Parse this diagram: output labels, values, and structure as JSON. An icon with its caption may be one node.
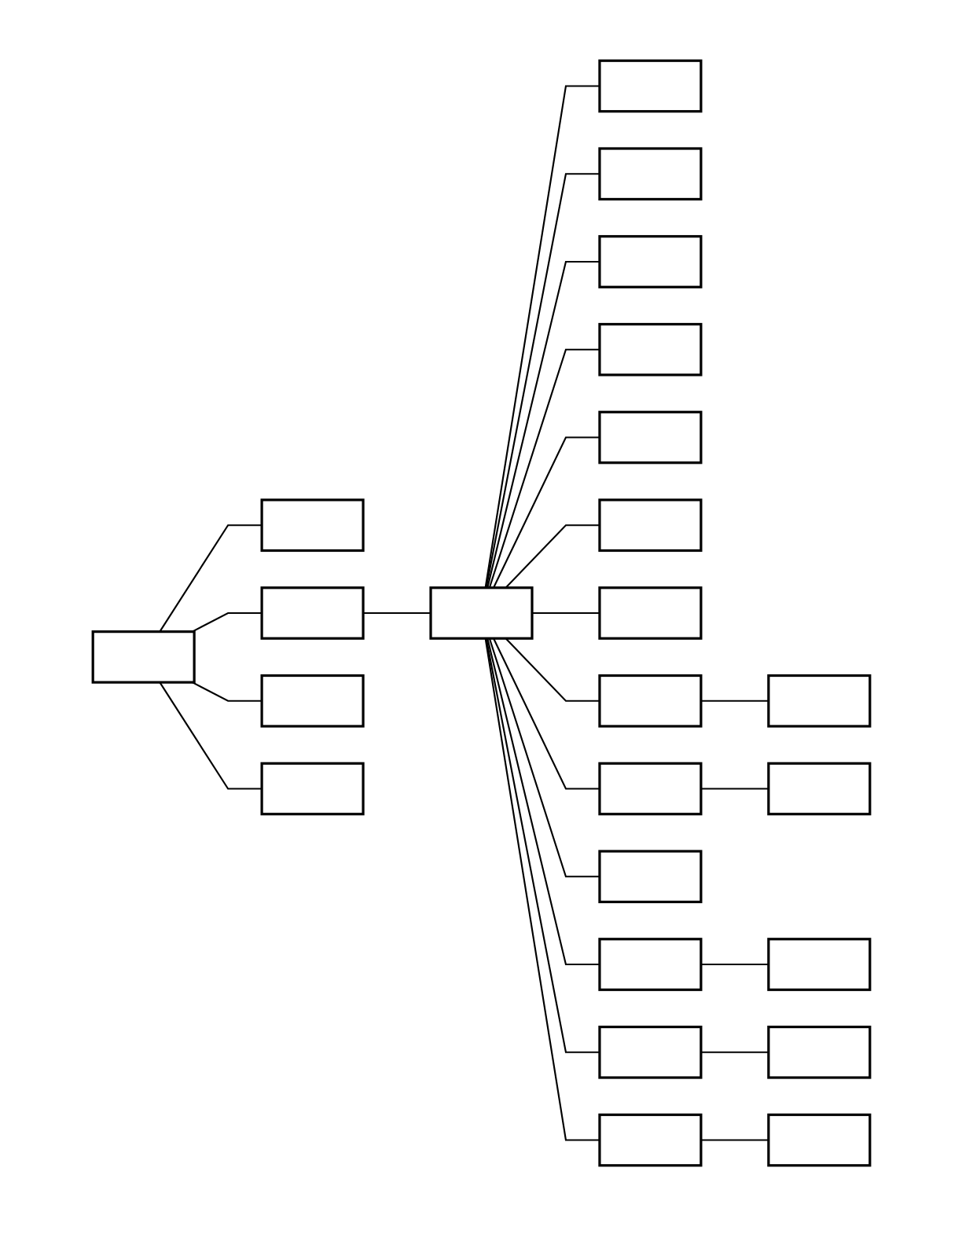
{
  "diagram": {
    "nodes": [
      {
        "text": [],
        "shape": "box"
      },
      {
        "text": [],
        "shape": "box"
      },
      {
        "text": [],
        "shape": "box"
      },
      {
        "text": [],
        "shape": "box"
      },
      {
        "text": [],
        "shape": "box"
      },
      {
        "text": [],
        "shape": "box"
      },
      {
        "text": [],
        "shape": "box"
      },
      {
        "text": [],
        "shape": "box"
      },
      {
        "text": [],
        "shape": "box"
      },
      {
        "text": [],
        "shape": "box"
      },
      {
        "text": [],
        "shape": "box"
      },
      {
        "text": [],
        "shape": "box"
      },
      {
        "text": [],
        "shape": "box"
      },
      {
        "text": [],
        "shape": "box"
      },
      {
        "text": [],
        "shape": "box"
      },
      {
        "text": [],
        "shape": "box"
      },
      {
        "text": [],
        "shape": "box"
      },
      {
        "text": [],
        "shape": "box"
      },
      {
        "text": [],
        "shape": "box"
      },
      {
        "text": [],
        "shape": "box"
      },
      {
        "text": [],
        "shape": "box"
      },
      {
        "text": [],
        "shape": "box"
      },
      {
        "text": [],
        "shape": "box"
      },
      {
        "text": [],
        "shape": "box"
      }
    ],
    "edges": [
      {
        "from": 0,
        "to": 1,
        "arrow": "none"
      },
      {
        "from": 0,
        "to": 2,
        "arrow": "none"
      },
      {
        "from": 0,
        "to": 3,
        "arrow": "none"
      },
      {
        "from": 0,
        "to": 4,
        "arrow": "none"
      },
      {
        "from": 2,
        "to": 5,
        "arrow": "none"
      },
      {
        "from": 5,
        "to": 6,
        "arrow": "none"
      },
      {
        "from": 5,
        "to": 7,
        "arrow": "none"
      },
      {
        "from": 5,
        "to": 8,
        "arrow": "none"
      },
      {
        "from": 5,
        "to": 9,
        "arrow": "none"
      },
      {
        "from": 5,
        "to": 10,
        "arrow": "none"
      },
      {
        "from": 5,
        "to": 11,
        "arrow": "none"
      },
      {
        "from": 5,
        "to": 12,
        "arrow": "none"
      },
      {
        "from": 5,
        "to": 13,
        "arrow": "none"
      },
      {
        "from": 5,
        "to": 14,
        "arrow": "none"
      },
      {
        "from": 5,
        "to": 15,
        "arrow": "none"
      },
      {
        "from": 5,
        "to": 16,
        "arrow": "none"
      },
      {
        "from": 5,
        "to": 17,
        "arrow": "none"
      },
      {
        "from": 5,
        "to": 18,
        "arrow": "none"
      },
      {
        "from": 13,
        "to": 19,
        "arrow": "none"
      },
      {
        "from": 14,
        "to": 20,
        "arrow": "none"
      },
      {
        "from": 16,
        "to": 21,
        "arrow": "none"
      },
      {
        "from": 17,
        "to": 22,
        "arrow": "none"
      },
      {
        "from": 18,
        "to": 23,
        "arrow": "none"
      }
    ]
  }
}
